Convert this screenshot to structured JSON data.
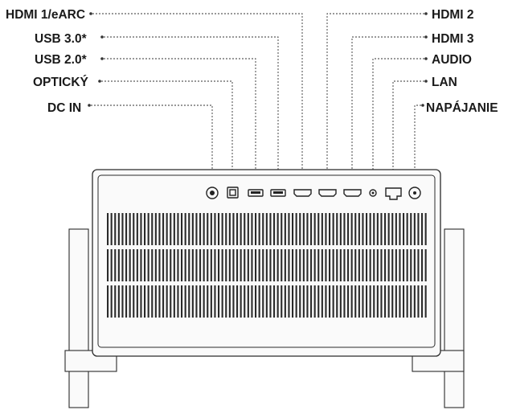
{
  "labels": {
    "hdmi1": "HDMI 1/eARC",
    "usb30": "USB 3.0*",
    "usb20": "USB 2.0*",
    "optical": "OPTICKÝ",
    "dcin": "DC IN",
    "hdmi2": "HDMI 2",
    "hdmi3": "HDMI 3",
    "audio": "AUDIO",
    "lan": "LAN",
    "power": "NAPÁJANIE"
  },
  "icons": {
    "dcin": "round-dc-jack-icon",
    "optical": "square-optical-port-icon",
    "usb": "usb-port-icon",
    "hdmi": "hdmi-port-icon",
    "audio": "audio-jack-icon",
    "lan": "rj45-lan-port-icon",
    "power": "power-button-icon"
  },
  "colors": {
    "line": "#2a2a2a",
    "body": "#fafafa"
  }
}
